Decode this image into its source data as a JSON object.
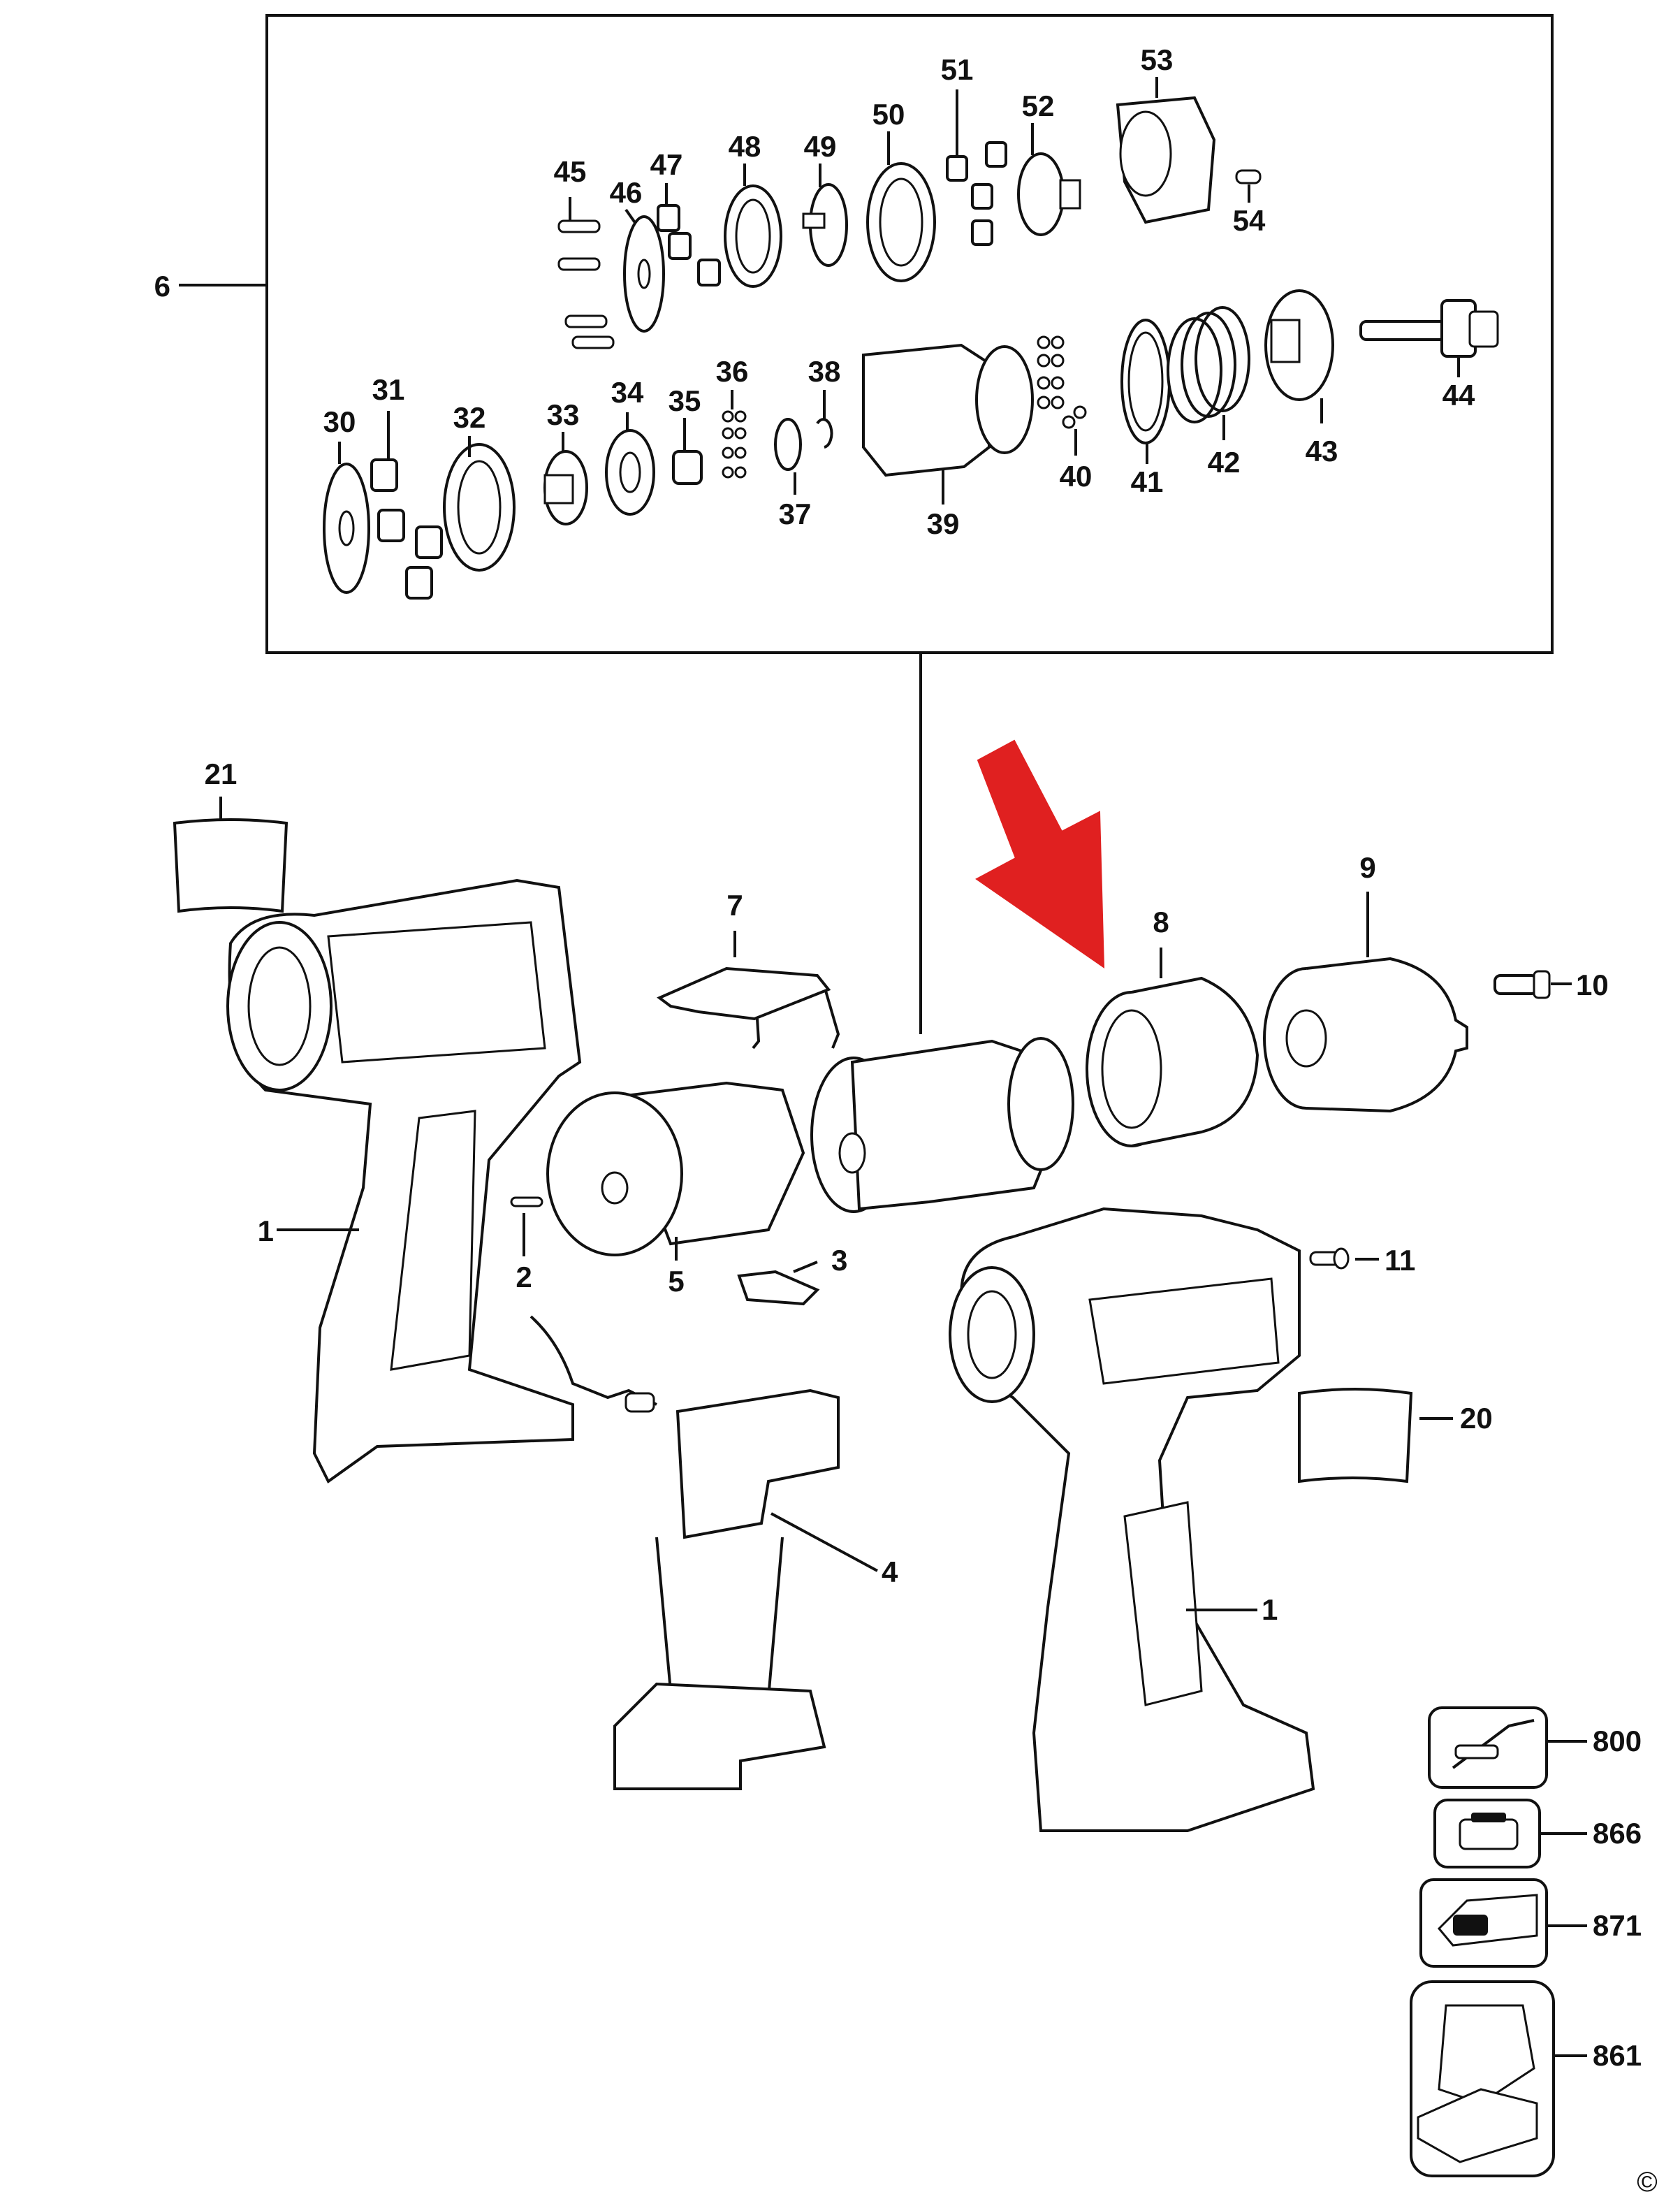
{
  "parts": {
    "p1": "1",
    "p1b": "1",
    "p2": "2",
    "p3": "3",
    "p4": "4",
    "p5": "5",
    "p6": "6",
    "p7": "7",
    "p8": "8",
    "p9": "9",
    "p10": "10",
    "p11": "11",
    "p20": "20",
    "p21": "21",
    "p30": "30",
    "p31": "31",
    "p32": "32",
    "p33": "33",
    "p34": "34",
    "p35": "35",
    "p36": "36",
    "p37": "37",
    "p38": "38",
    "p39": "39",
    "p40": "40",
    "p41": "41",
    "p42": "42",
    "p43": "43",
    "p44": "44",
    "p45": "45",
    "p46": "46",
    "p47": "47",
    "p48": "48",
    "p49": "49",
    "p50": "50",
    "p51": "51",
    "p52": "52",
    "p53": "53",
    "p54": "54",
    "p800": "800",
    "p866": "866",
    "p871": "871",
    "p861": "861"
  },
  "copyright": "©",
  "colors": {
    "highlight_arrow": "#e02020",
    "line": "#111111",
    "background": "#ffffff"
  }
}
